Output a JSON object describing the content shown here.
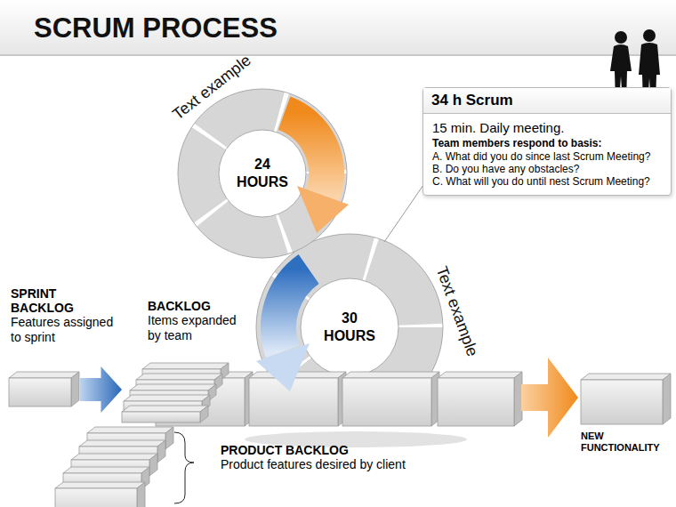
{
  "diagram": {
    "title": "SCRUM PROCESS",
    "nodes": [
      {
        "text": [
          "SPRINT BACKLOG",
          "Features assigned to sprint"
        ]
      },
      {
        "text": [
          "BACKLOG",
          "Items expanded by team"
        ]
      },
      {
        "text": [
          "PRODUCT BACKLOG",
          "Product features desired by client"
        ]
      },
      {
        "text": [
          "24 HOURS"
        ]
      },
      {
        "text": [
          "30 HOURS"
        ]
      },
      {
        "text": [
          "NEW FUNCTIONALITY"
        ]
      },
      {
        "text": [
          "34 h Scrum",
          "15 min. Daily meeting.",
          "Team members respond to basis:",
          "A. What did you do since last Scrum Meeting?",
          "B. Do you have any obstacles?",
          "C. What will you do until nest Scrum Meeting?"
        ]
      }
    ],
    "edges": [
      {
        "from": 0,
        "to": 1,
        "arrow": "to"
      }
    ],
    "labels": [
      "Text example",
      "Text example"
    ]
  }
}
